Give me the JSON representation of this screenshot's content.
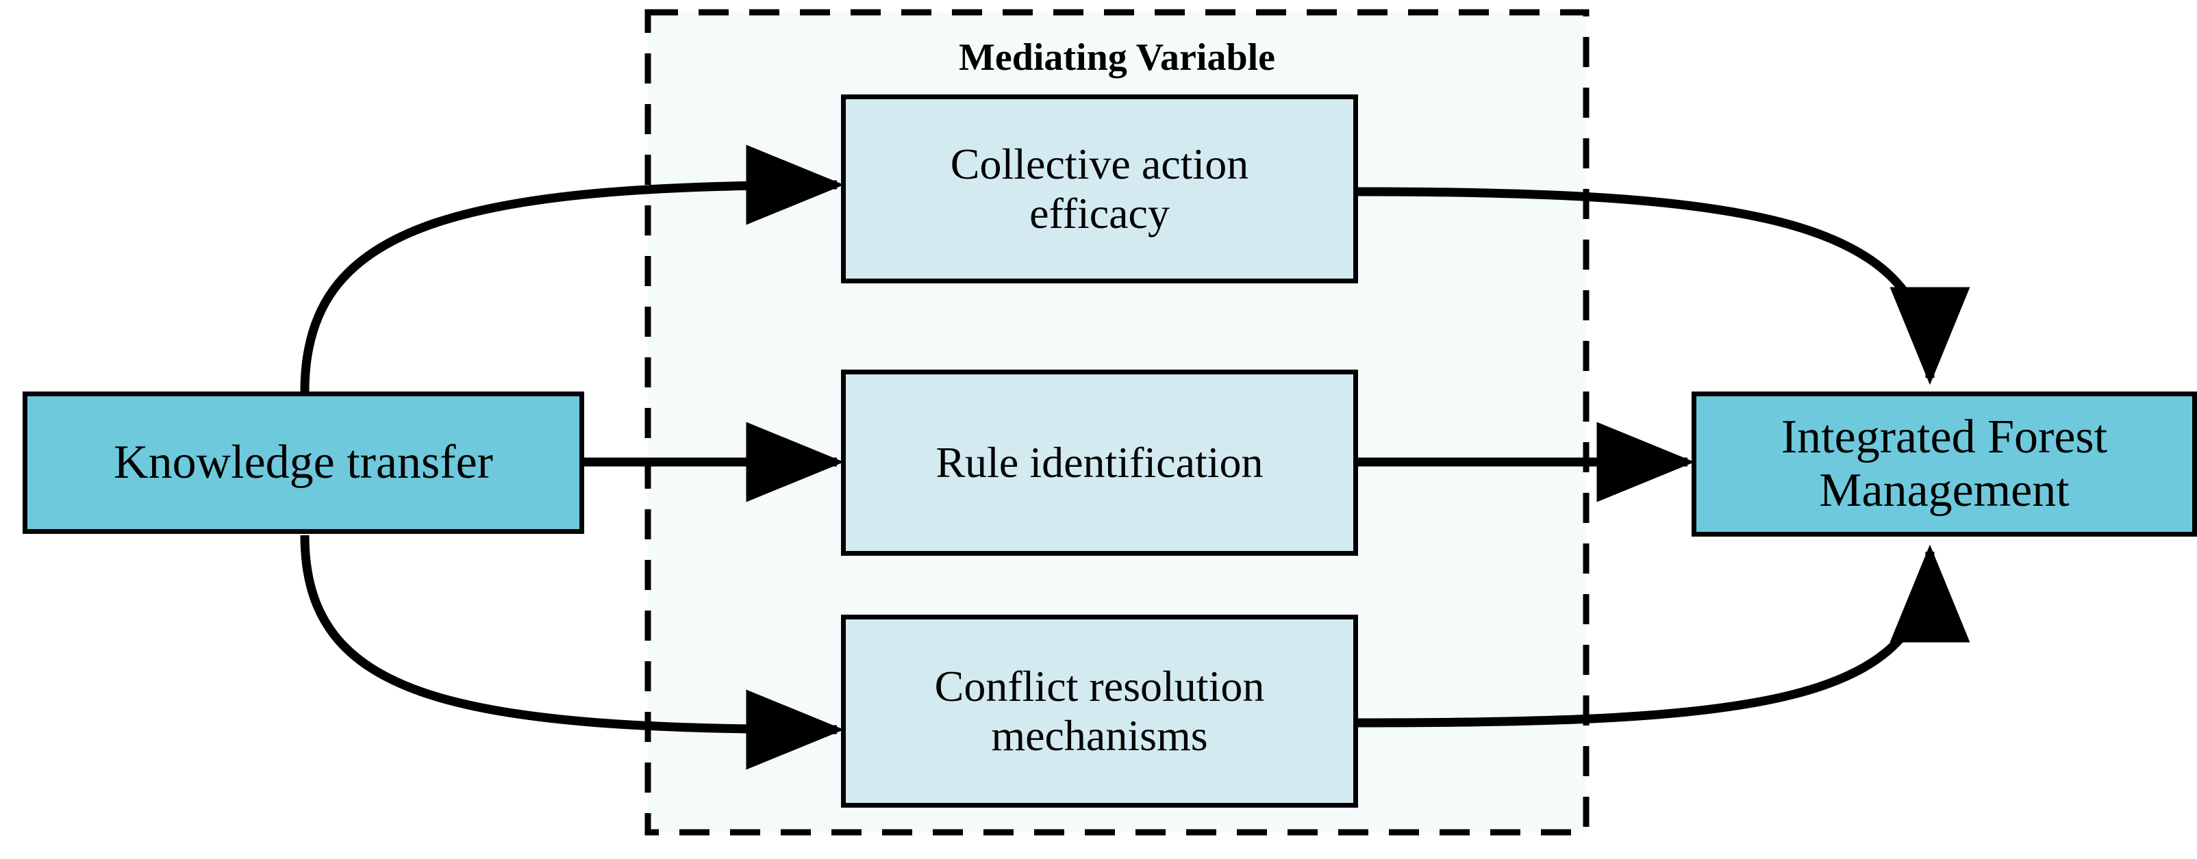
{
  "figure": {
    "type": "conceptual-path-diagram",
    "background": "#ffffff"
  },
  "colors": {
    "primary_node_fill": "#6ec9dc",
    "mediator_node_fill": "#d3eaf0",
    "region_fill": "#f5fafb",
    "stroke": "#000000"
  },
  "region": {
    "title": "Mediating Variable",
    "border_style": "dashed"
  },
  "nodes": {
    "source": {
      "label": "Knowledge transfer"
    },
    "outcome": {
      "label": "Integrated Forest\nManagement"
    },
    "mediators": [
      {
        "label": "Collective action\nefficacy"
      },
      {
        "label": "Rule identification"
      },
      {
        "label": "Conflict resolution\nmechanisms"
      }
    ]
  },
  "edges": [
    {
      "from": "Knowledge transfer",
      "to": "Collective action efficacy",
      "style": "curved-arrow"
    },
    {
      "from": "Knowledge transfer",
      "to": "Rule identification",
      "style": "straight-arrow"
    },
    {
      "from": "Knowledge transfer",
      "to": "Conflict resolution mechanisms",
      "style": "curved-arrow"
    },
    {
      "from": "Collective action efficacy",
      "to": "Integrated Forest Management",
      "style": "curved-arrow"
    },
    {
      "from": "Rule identification",
      "to": "Integrated Forest Management",
      "style": "straight-arrow"
    },
    {
      "from": "Conflict resolution mechanisms",
      "to": "Integrated Forest Management",
      "style": "curved-arrow"
    }
  ]
}
